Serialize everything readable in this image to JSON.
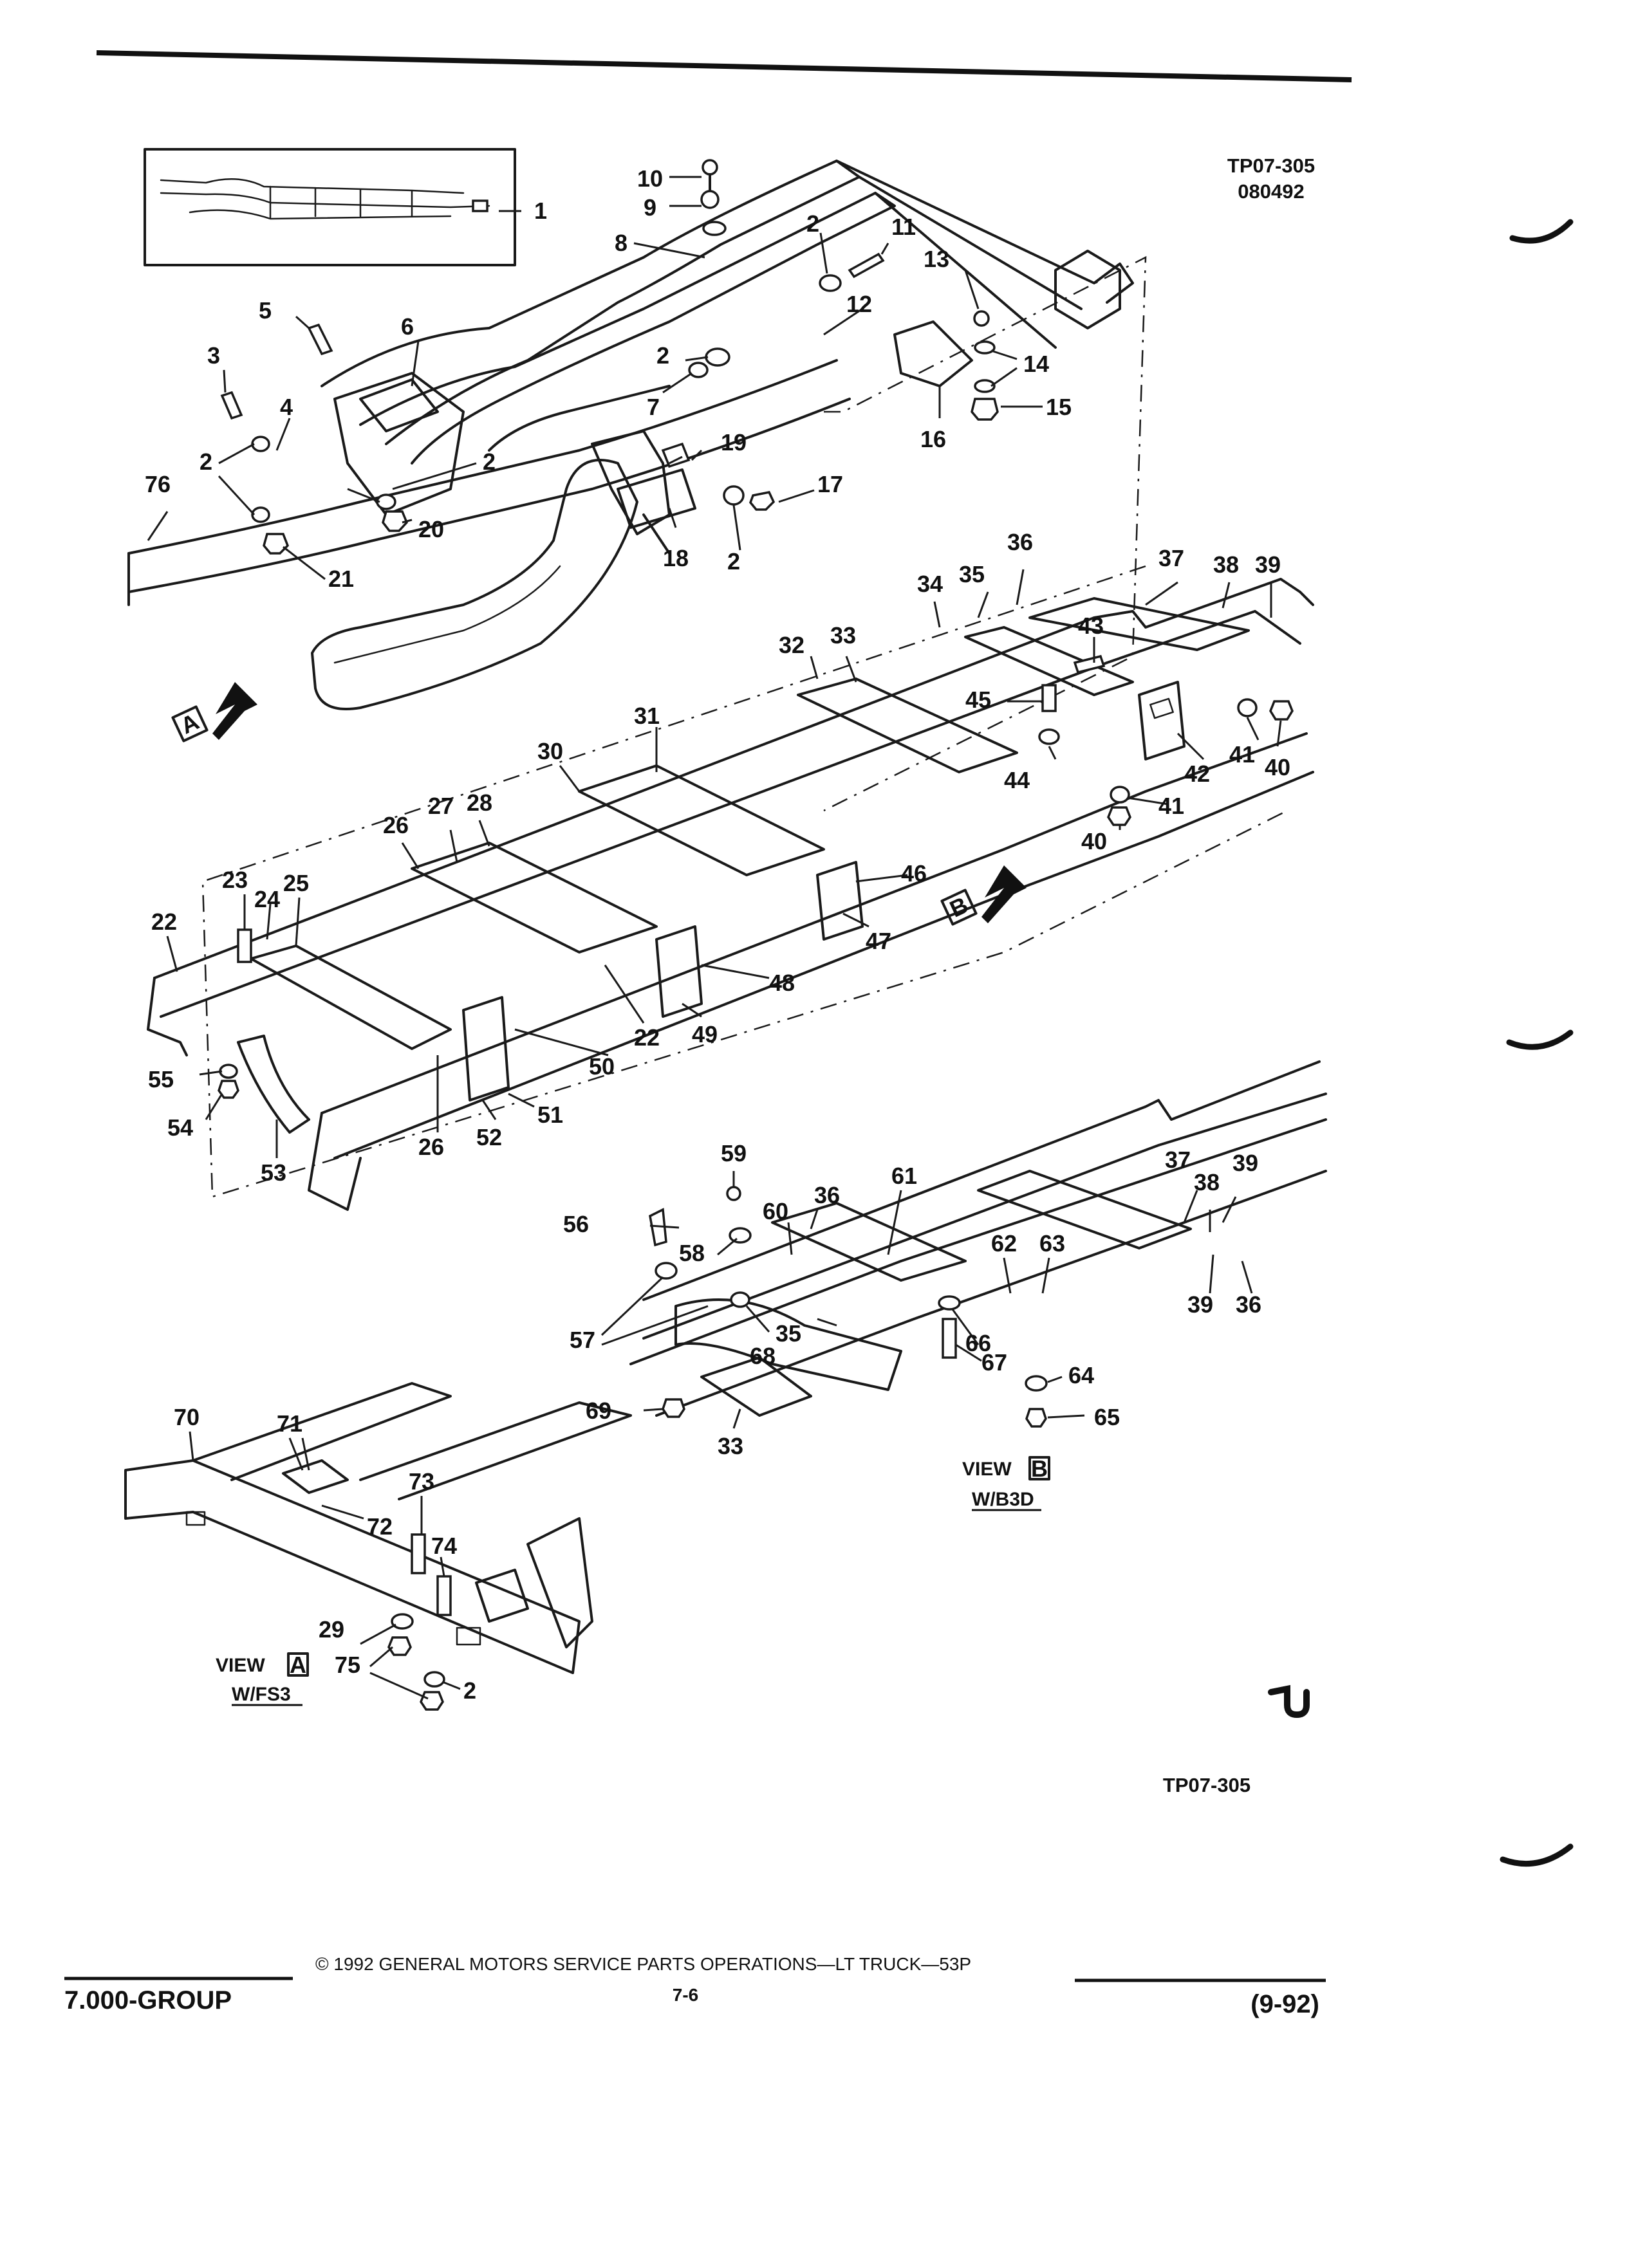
{
  "header": {
    "ref_line1": "TP07-305",
    "ref_line2": "080492"
  },
  "callouts": {
    "c1": "1",
    "c2": "2",
    "c3": "3",
    "c4": "4",
    "c5": "5",
    "c6": "6",
    "c7": "7",
    "c8": "8",
    "c9": "9",
    "c10": "10",
    "c11": "11",
    "c12": "12",
    "c13": "13",
    "c14": "14",
    "c15": "15",
    "c16": "16",
    "c17": "17",
    "c18": "18",
    "c19": "19",
    "c20": "20",
    "c21": "21",
    "c22": "22",
    "c23": "23",
    "c24": "24",
    "c25": "25",
    "c26": "26",
    "c27": "27",
    "c28": "28",
    "c29": "29",
    "c30": "30",
    "c31": "31",
    "c32": "32",
    "c33": "33",
    "c34": "34",
    "c35": "35",
    "c36": "36",
    "c37": "37",
    "c38": "38",
    "c39": "39",
    "c40": "40",
    "c41": "41",
    "c42": "42",
    "c43": "43",
    "c44": "44",
    "c45": "45",
    "c46": "46",
    "c47": "47",
    "c48": "48",
    "c49": "49",
    "c50": "50",
    "c51": "51",
    "c52": "52",
    "c53": "53",
    "c54": "54",
    "c55": "55",
    "c56": "56",
    "c57": "57",
    "c58": "58",
    "c59": "59",
    "c60": "60",
    "c61": "61",
    "c62": "62",
    "c63": "63",
    "c64": "64",
    "c65": "65",
    "c66": "66",
    "c67": "67",
    "c68": "68",
    "c69": "69",
    "c70": "70",
    "c71": "71",
    "c72": "72",
    "c73": "73",
    "c74": "74",
    "c75": "75",
    "c76": "76"
  },
  "view_markers": {
    "a": "A",
    "b": "B"
  },
  "views": {
    "b_label": "VIEW",
    "b_letter": "B",
    "b_code": "W/B3D",
    "a_label": "VIEW",
    "a_letter": "A",
    "a_code": "W/FS3"
  },
  "bottom_ref": "TP07-305",
  "footer": {
    "group": "7.000-GROUP",
    "copyright": "© 1992  GENERAL MOTORS SERVICE PARTS OPERATIONS—LT TRUCK—53P",
    "page": "7-6",
    "date": "(9-92)"
  },
  "colors": {
    "ink": "#111111",
    "paper": "#ffffff"
  }
}
